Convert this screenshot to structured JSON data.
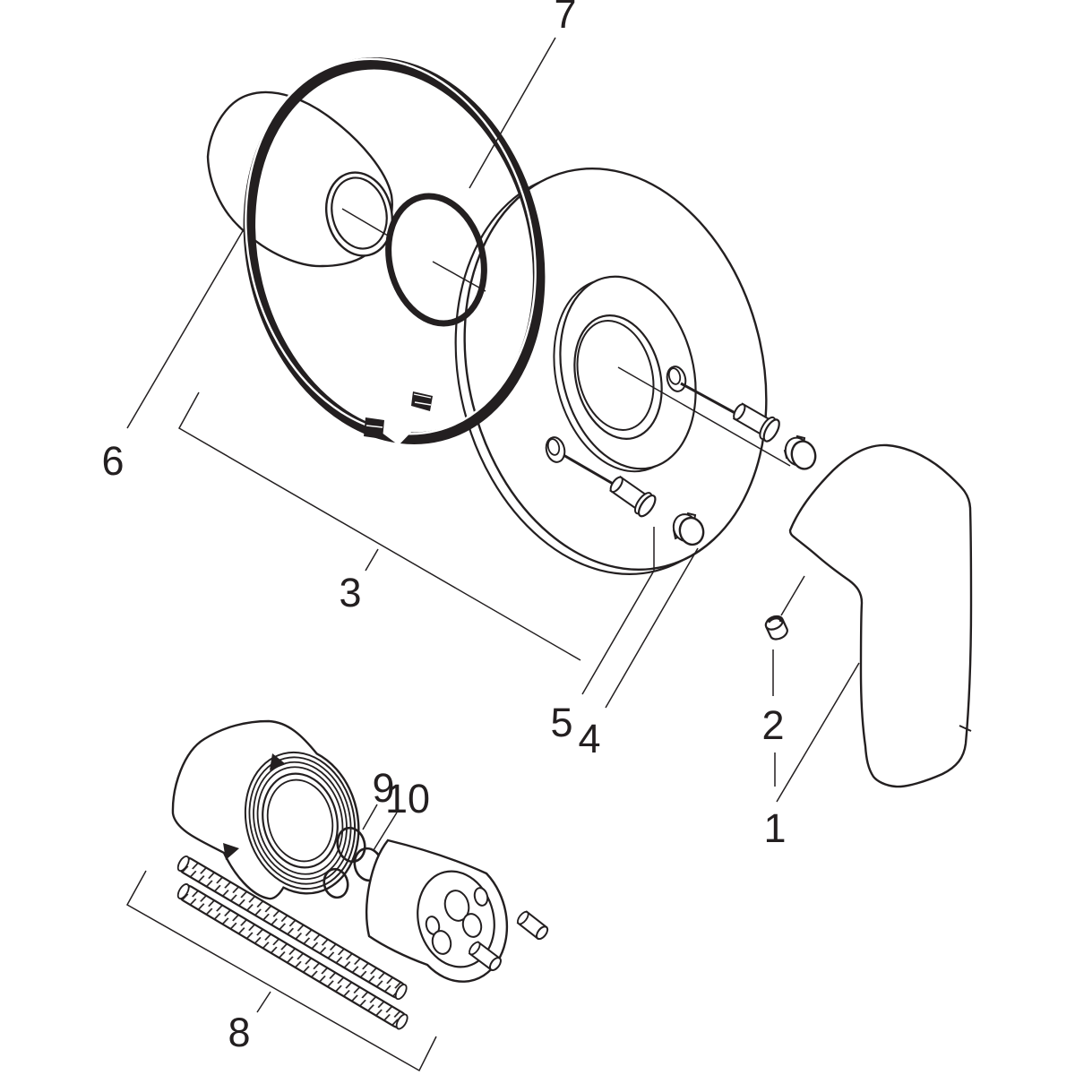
{
  "colors": {
    "ink": "#231f20",
    "background": "#ffffff"
  },
  "part_labels": [
    "1",
    "2",
    "3",
    "4",
    "5",
    "6",
    "7",
    "8",
    "9",
    "10"
  ]
}
